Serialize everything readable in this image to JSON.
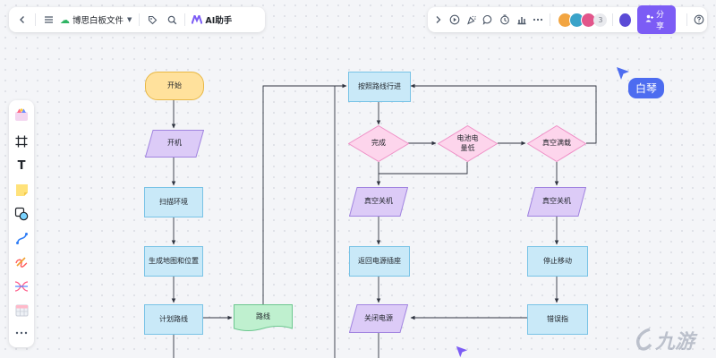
{
  "topbar": {
    "back_icon": "chevron-left-icon",
    "menu_icon": "hamburger-icon",
    "doc_title": "博思白板文件",
    "tag_icon": "tag-icon",
    "search_icon": "search-icon",
    "ai_label": "AI助手"
  },
  "toolbar_right": {
    "avatar_count": "3",
    "share_label": "分享"
  },
  "collaborator": {
    "name": "白琴",
    "color": "#4d6cf0"
  },
  "watermark": "九游",
  "flowchart": {
    "start": "开始",
    "power_on": "开机",
    "scan": "扫描环境",
    "map": "生成地图和位置",
    "plan": "计划路线",
    "route": "路线",
    "follow": "按照路线行进",
    "done": "完成",
    "battery_low": "电池电量低",
    "vacuum_full": "真空满载",
    "vac_off_1": "真空关机",
    "vac_off_2": "真空关机",
    "return_dock": "返回电源插座",
    "stop_move": "停止移动",
    "power_off": "关闭电源",
    "error": "错误指"
  },
  "colors": {
    "accent": "#7c5cf5",
    "terminal_fill": "#ffe19c",
    "process_fill": "#c9e9f8",
    "io_fill": "#dccbf7",
    "decision_fill": "#fdd5ec",
    "document_fill": "#bff0cf"
  }
}
